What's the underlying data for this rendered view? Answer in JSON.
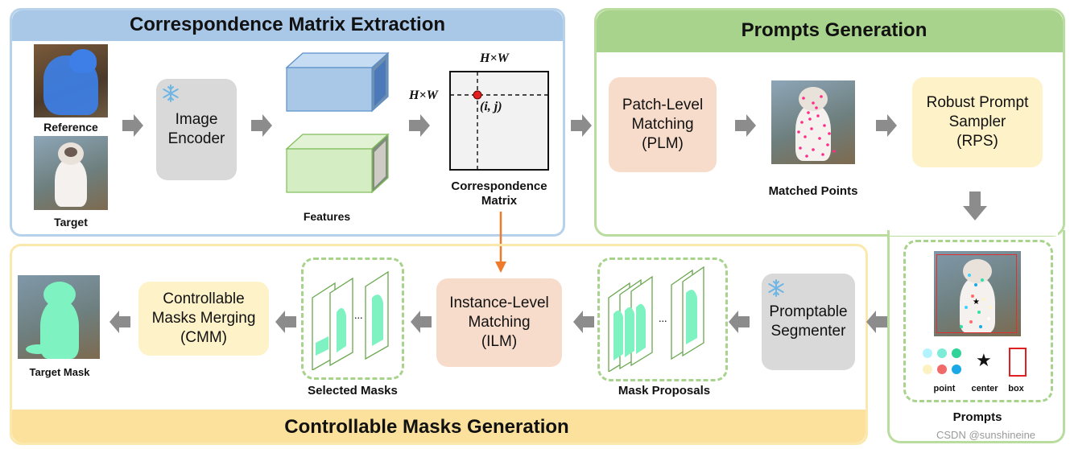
{
  "panels": {
    "correspondence": {
      "title": "Correspondence Matrix Extraction"
    },
    "prompts": {
      "title": "Prompts Generation"
    },
    "masks": {
      "title": "Controllable Masks Generation"
    }
  },
  "labels": {
    "reference": "Reference",
    "target": "Target",
    "features": "Features",
    "correspondence_matrix": "Correspondence\nMatrix",
    "matched_points": "Matched Points",
    "prompts": "Prompts",
    "selected_masks": "Selected Masks",
    "mask_proposals": "Mask Proposals",
    "target_mask": "Target Mask",
    "point": "point",
    "center": "center",
    "box": "box"
  },
  "modules": {
    "image_encoder": "Image\nEncoder",
    "plm": "Patch-Level\nMatching\n(PLM)",
    "rps": "Robust Prompt\nSampler\n(RPS)",
    "ilm": "Instance-Level\nMatching\n(ILM)",
    "cmm": "Controllable\nMasks Merging\n(CMM)",
    "segmenter": "Promptable\nSegmenter"
  },
  "matrix": {
    "top_label": "H×W",
    "side_label": "H×W",
    "point_label": "(i, j)"
  },
  "ellipsis": "...",
  "center_symbol": "★",
  "watermark": "CSDN @sunshineine",
  "colors": {
    "blue_panel": "#a9c8e8",
    "green_panel": "#a8d38c",
    "yellow_panel": "#fbe9a9",
    "encoder": "#d9d9d9",
    "plm": "#f8dccb",
    "rps": "#fef2c9",
    "ilm": "#f8dccb",
    "cmm": "#fef2c9",
    "segmenter": "#d9d9d9",
    "arrow": "#8c8c8c",
    "orange_arrow": "#ee7b2b",
    "mask_green": "#7ff2c1"
  }
}
